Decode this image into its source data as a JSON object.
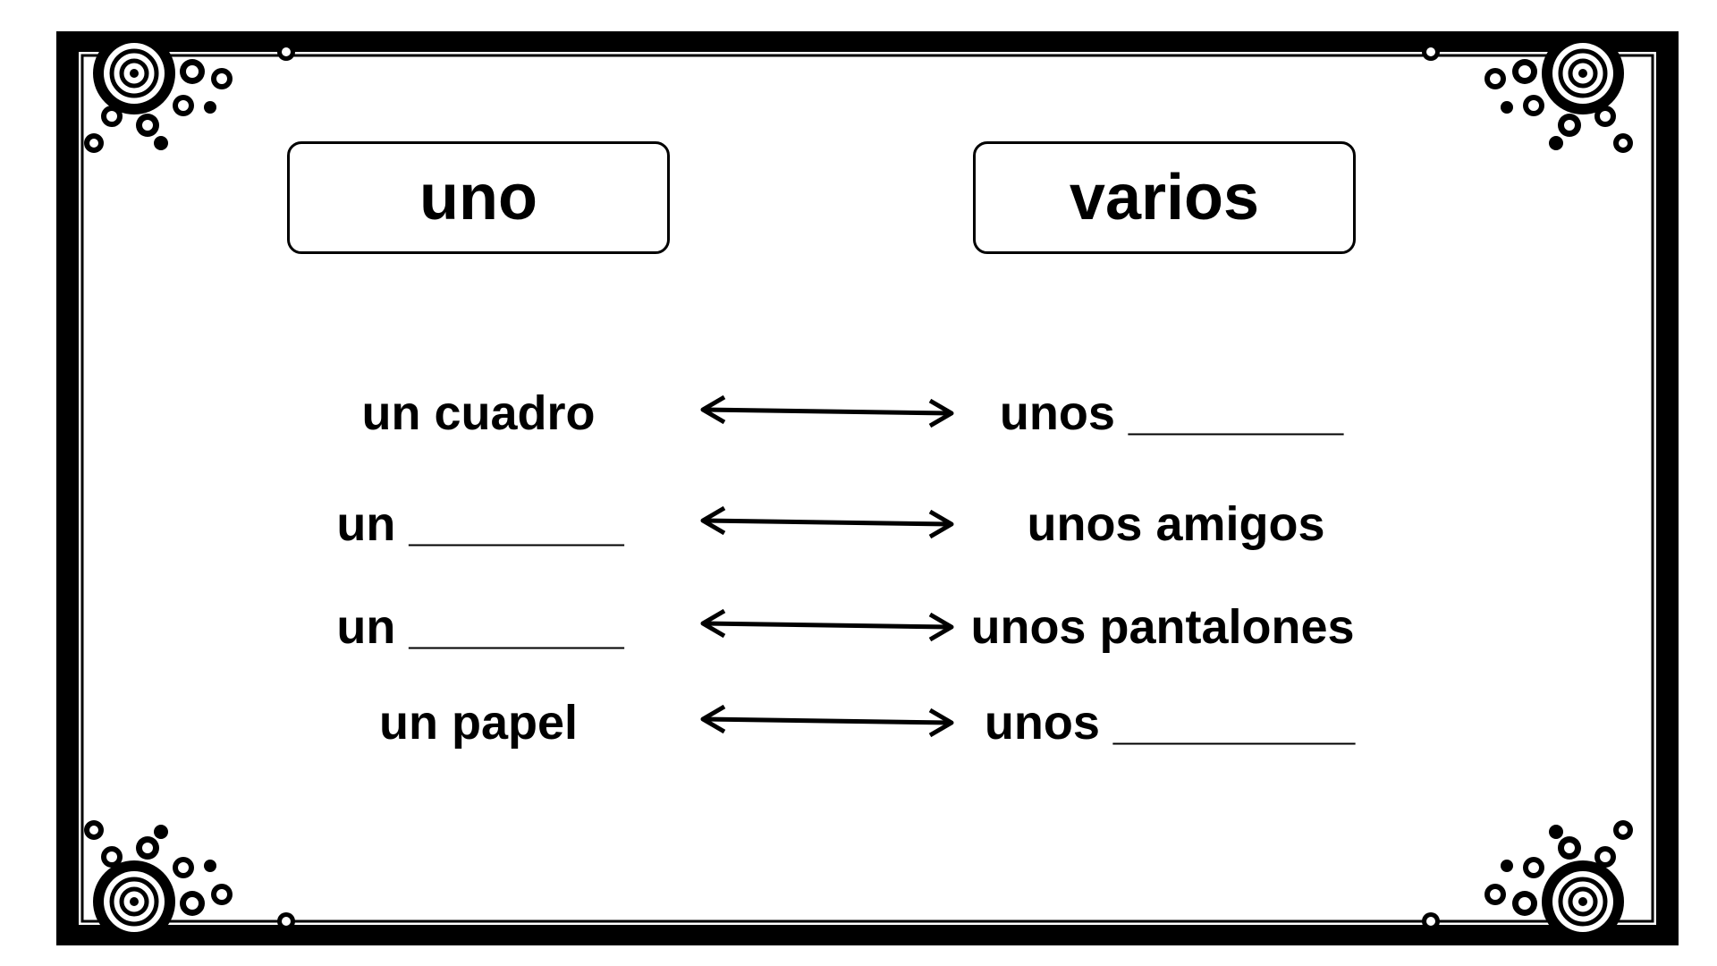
{
  "headers": {
    "left": "uno",
    "right": "varios"
  },
  "rows": [
    {
      "left": "un cuadro",
      "right": "unos ________"
    },
    {
      "left": "un ________",
      "right": "unos amigos"
    },
    {
      "left": "un ________",
      "right": "unos pantalones"
    },
    {
      "left": "un papel",
      "right": "unos _________"
    }
  ],
  "icons": {
    "arrow": "double-arrow-icon",
    "corner": "swirl-ornament-icon"
  },
  "colors": {
    "ink": "#000000",
    "paper": "#ffffff"
  }
}
